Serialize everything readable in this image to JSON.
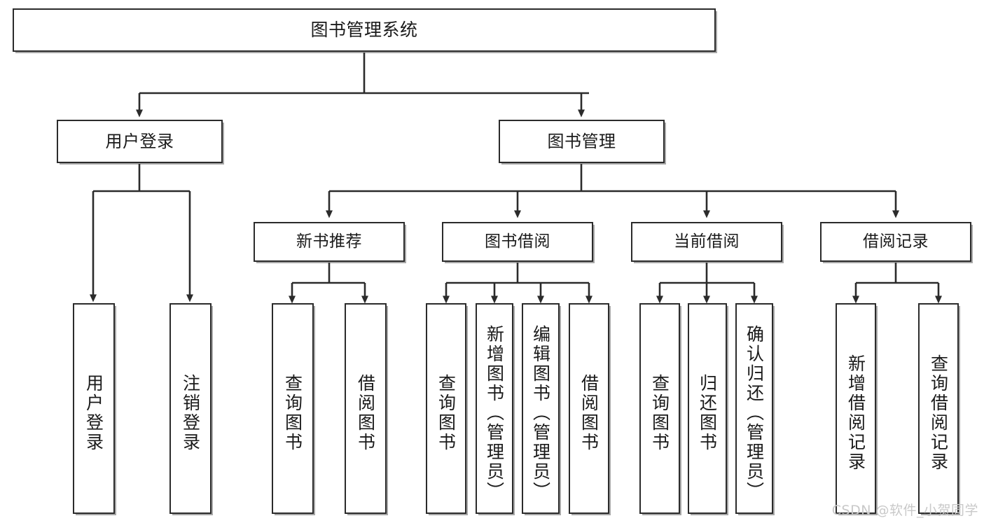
{
  "diagram": {
    "type": "tree-hierarchy-chart",
    "title": "图书管理系统",
    "root": {
      "label": "图书管理系统"
    },
    "level2": [
      {
        "label": "用户登录"
      },
      {
        "label": "图书管理"
      }
    ],
    "level3": [
      {
        "label": "新书推荐"
      },
      {
        "label": "图书借阅"
      },
      {
        "label": "当前借阅"
      },
      {
        "label": "借阅记录"
      }
    ],
    "leaves": {
      "user_login": [
        {
          "label": "用户登录"
        },
        {
          "label": "注销登录"
        }
      ],
      "new_book": [
        {
          "label": "查询图书"
        },
        {
          "label": "借阅图书"
        }
      ],
      "book_borrow": [
        {
          "label": "查询图书"
        },
        {
          "label": "新增图书（管理员）"
        },
        {
          "label": "编辑图书（管理员）"
        },
        {
          "label": "借阅图书"
        }
      ],
      "current_borrow": [
        {
          "label": "查询图书"
        },
        {
          "label": "归还图书"
        },
        {
          "label": "确认归还（管理员）"
        }
      ],
      "borrow_record": [
        {
          "label": "新增借阅记录"
        },
        {
          "label": "查询借阅记录"
        }
      ]
    }
  },
  "watermark": {
    "text": "CSDN @软件_小贺同学"
  },
  "colors": {
    "border": "#2b2b2b",
    "text": "#1a1a1a",
    "background": "#ffffff",
    "watermark": "#c9c9c9"
  }
}
